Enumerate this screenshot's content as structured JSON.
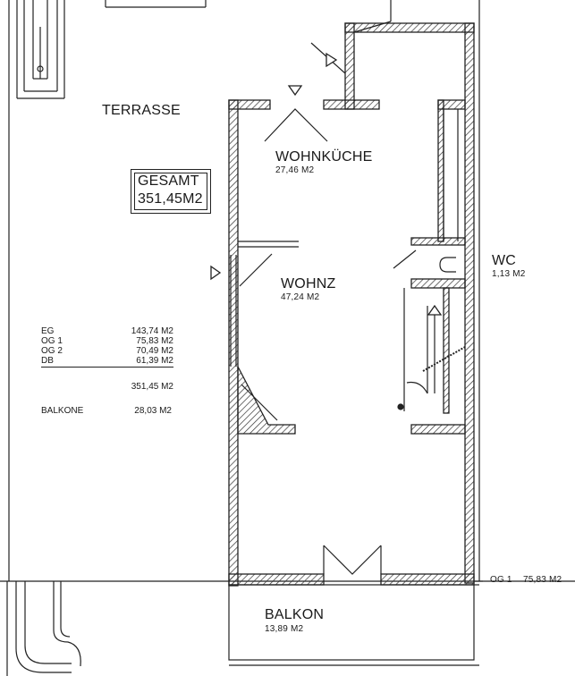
{
  "labels": {
    "terrasse": "TERRASSE",
    "gesamt_title": "GESAMT",
    "gesamt_value": "351,45M2",
    "wohnkueche_name": "WOHNKÜCHE",
    "wohnkueche_area": "27,46 M2",
    "wohnz_name": "WOHNZ",
    "wohnz_area": "47,24 M2",
    "wc_name": "WC",
    "wc_area": "1,13 M2",
    "balkon_name": "BALKON",
    "balkon_area": "13,89 M2",
    "og1_level": "OG 1",
    "og1_area": "75,83 M2"
  },
  "area_table": {
    "rows": [
      {
        "floor": "EG",
        "area": "143,74 M2"
      },
      {
        "floor": "OG 1",
        "area": "75,83 M2"
      },
      {
        "floor": "OG 2",
        "area": "70,49 M2"
      },
      {
        "floor": "DB",
        "area": "61,39 M2"
      }
    ],
    "total": "351,45 M2",
    "balkone_label": "BALKONE",
    "balkone_area": "28,03 M2"
  },
  "colors": {
    "line": "#222222",
    "hatch": "#333333",
    "background": "#ffffff"
  }
}
